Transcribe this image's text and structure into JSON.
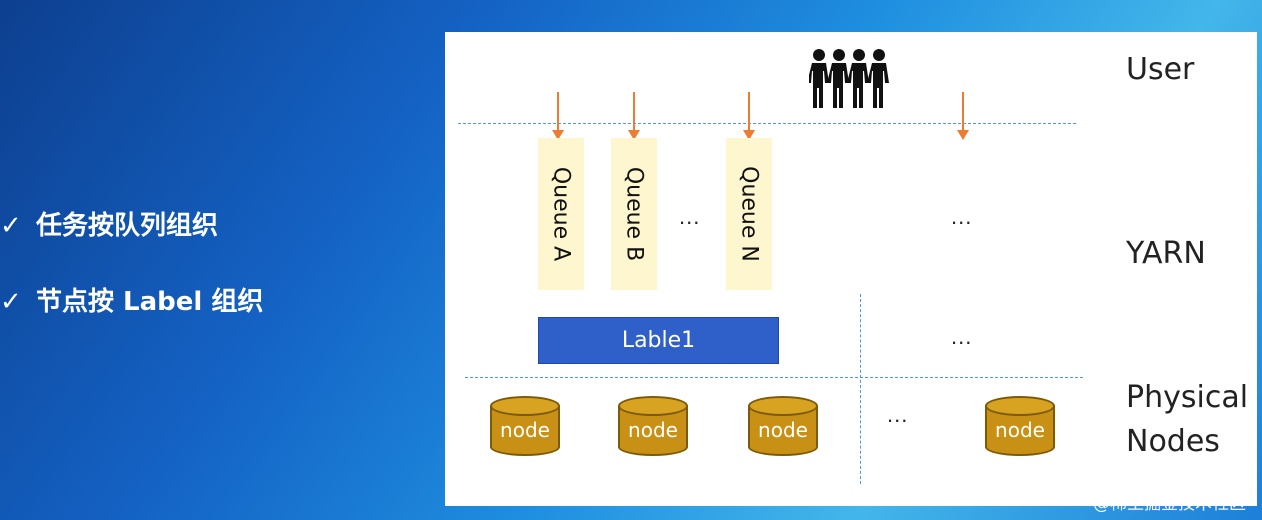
{
  "bullets": [
    {
      "check": "✓",
      "text": "任务按队列组织"
    },
    {
      "check": "✓",
      "text": "节点按 Label 组织"
    }
  ],
  "diagram": {
    "layers": {
      "user": "User",
      "yarn": "YARN",
      "physical": "Physical Nodes"
    },
    "queues": [
      "Queue A",
      "Queue B",
      "Queue N"
    ],
    "ellipsis": "...",
    "label_bar": "Lable1",
    "node_label": "node",
    "icons": {
      "users": "users-group-icon",
      "node": "database-cylinder-icon"
    },
    "colors": {
      "arrow": "#ee7b30",
      "queue_fill": "#fdf6cf",
      "label_fill": "#2f5fc8",
      "node_fill": "#c89015",
      "dashed_line": "#4a9bd6"
    }
  },
  "watermark": "@稀土掘金技术社区"
}
